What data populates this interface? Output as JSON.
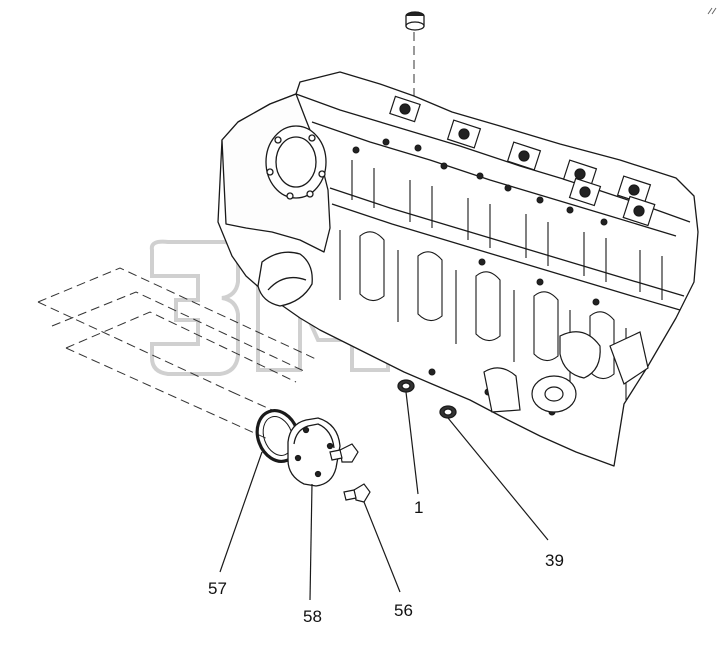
{
  "callouts": {
    "c1": "1",
    "c39": "39",
    "c56": "56",
    "c57": "57",
    "c58": "58"
  },
  "watermark": {
    "text": "ЗИП"
  },
  "colors": {
    "line": "#1a1a1a",
    "dash": "#333333",
    "watermark": "#d9d9d9",
    "text": "#111111"
  }
}
